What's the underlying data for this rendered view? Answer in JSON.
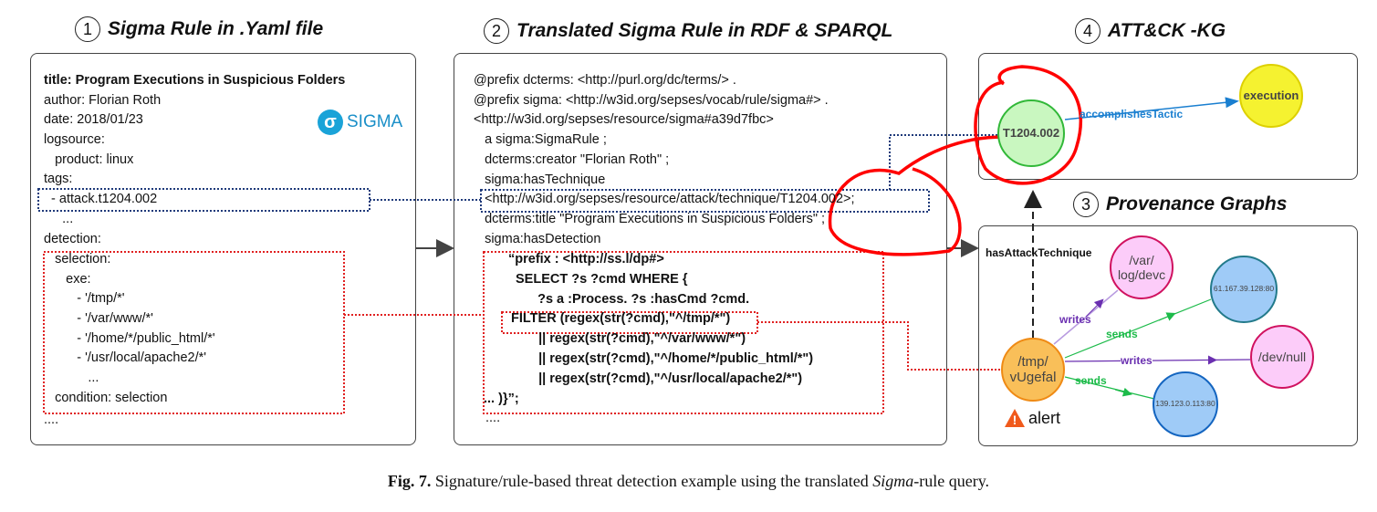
{
  "headers": {
    "h1_num": "1",
    "h1": "Sigma Rule in .Yaml file",
    "h2_num": "2",
    "h2": "Translated Sigma Rule in RDF & SPARQL",
    "h3_num": "3",
    "h3": "Provenance Graphs",
    "h4_num": "4",
    "h4": "ATT&CK -KG"
  },
  "yaml": [
    "title: Program Executions in Suspicious Folders",
    "author: Florian Roth",
    "date: 2018/01/23",
    "logsource:",
    "   product: linux",
    "tags:",
    "  - attack.t1204.002",
    "     ...",
    "detection:",
    "   selection:",
    "      exe:",
    "         - '/tmp/*'",
    "         - '/var/www/*'",
    "         - '/home/*/public_html/*'",
    "         - '/usr/local/apache2/*'",
    "            ...",
    "   condition: selection",
    "...."
  ],
  "sigma_logo": "SIGMA",
  "rdf": [
    "@prefix dcterms: <http://purl.org/dc/terms/> .",
    "@prefix sigma: <http://w3id.org/sepses/vocab/rule/sigma#> .",
    "<http://w3id.org/sepses/resource/sigma#a39d7fbc>",
    "   a sigma:SigmaRule ;",
    "   dcterms:creator \"Florian Roth\" ;",
    "   sigma:hasTechnique",
    "   <http://w3id.org/sepses/resource/attack/technique/T1204.002>;",
    "   dcterms:title \"Program Executions in Suspicious Folders\" ;",
    "   sigma:hasDetection"
  ],
  "sparql": [
    "“prefix : <http://ss.l/dp#>",
    "SELECT ?s ?cmd WHERE {",
    "   ?s a :Process. ?s :hasCmd ?cmd.",
    "FILTER (regex(str(?cmd),\"^/tmp/*\")",
    "   || regex(str(?cmd),\"^/var/www/*\")",
    "   || regex(str(?cmd),\"^/home/*/public_html/*\")",
    "   || regex(str(?cmd),\"^/usr/local/apache2/*\")",
    "... )}”;",
    "...."
  ],
  "kg": {
    "technique": "T1204.002",
    "tactic": "execution",
    "edge": "accomplishesTactic"
  },
  "prov": {
    "edge_attack": "hasAttackTechnique",
    "process": "/tmp/ vUgefal",
    "file1": "/var/ log/devc",
    "file2": "/dev/null",
    "ip1": "61.167.39.128:80",
    "ip2": "139.123.0.113:80",
    "writes": "writes",
    "sends": "sends",
    "alert": "alert"
  },
  "caption": {
    "label": "Fig. 7.",
    "text": " Signature/rule-based threat detection example using the translated ",
    "italic": "Sigma",
    "tail": "-rule query."
  }
}
